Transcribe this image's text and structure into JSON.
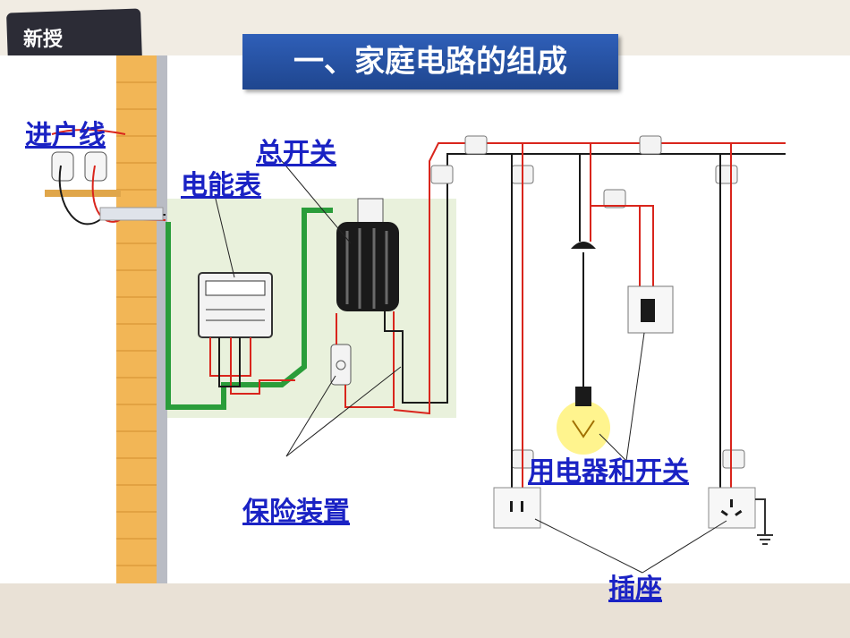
{
  "badge": {
    "label": "新授"
  },
  "title": "一、家庭电路的组成",
  "labels": {
    "service_line": "进户线",
    "main_switch": "总开关",
    "meter": "电能表",
    "fuse": "保险装置",
    "appliance_switch": "用电器和开关",
    "socket": "插座"
  },
  "colors": {
    "live_wire": "#d9251c",
    "neutral_wire": "#1a1a1a",
    "ground_wire": "#2a9d3a",
    "link": "#1a22c4",
    "title_bg": "#2451a8"
  }
}
